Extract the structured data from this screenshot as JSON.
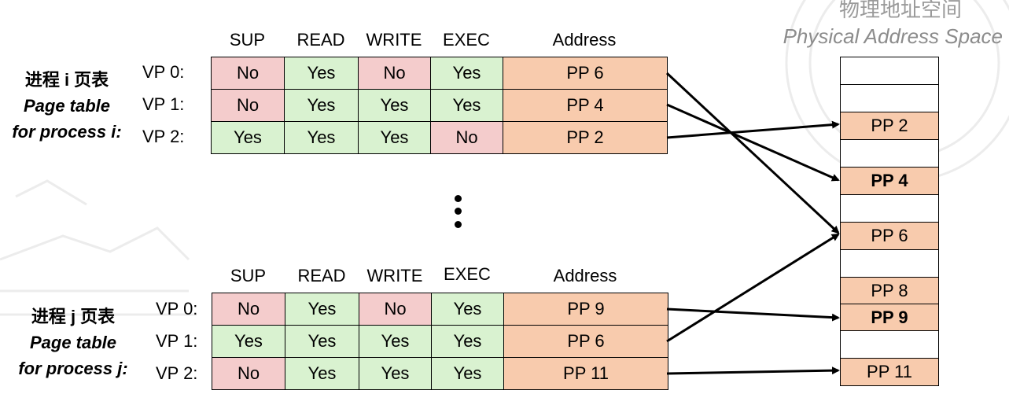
{
  "physical_space": {
    "title_cn": "物理地址空间",
    "title_en": "Physical Address Space",
    "cells": [
      {
        "label": "",
        "fill": "#ffffff",
        "bold": false
      },
      {
        "label": "",
        "fill": "#ffffff",
        "bold": false
      },
      {
        "label": "PP 2",
        "fill": "#f8cbad",
        "bold": false
      },
      {
        "label": "",
        "fill": "#ffffff",
        "bold": false
      },
      {
        "label": "PP 4",
        "fill": "#f8cbad",
        "bold": true
      },
      {
        "label": "",
        "fill": "#ffffff",
        "bold": false
      },
      {
        "label": "PP 6",
        "fill": "#f8cbad",
        "bold": false
      },
      {
        "label": "",
        "fill": "#ffffff",
        "bold": false
      },
      {
        "label": "PP 8",
        "fill": "#f8cbad",
        "bold": false
      },
      {
        "label": "PP 9",
        "fill": "#f8cbad",
        "bold": true
      },
      {
        "label": "",
        "fill": "#ffffff",
        "bold": false
      },
      {
        "label": "PP 11",
        "fill": "#f8cbad",
        "bold": false
      }
    ]
  },
  "colors": {
    "no": "#f4cccc",
    "yes": "#d9f2d0",
    "address": "#f8cbad"
  },
  "headers": [
    "SUP",
    "READ",
    "WRITE",
    "EXEC",
    "Address"
  ],
  "process_i": {
    "label_cn": "进程 i 页表",
    "label_en1": "Page table",
    "label_en2": "for process i:",
    "vps": [
      "VP 0:",
      "VP 1:",
      "VP 2:"
    ],
    "rows": [
      [
        "No",
        "Yes",
        "No",
        "Yes",
        "PP 6"
      ],
      [
        "No",
        "Yes",
        "Yes",
        "Yes",
        "PP 4"
      ],
      [
        "Yes",
        "Yes",
        "Yes",
        "No",
        "PP 2"
      ]
    ]
  },
  "process_j": {
    "label_cn": "进程 j 页表",
    "label_en1": "Page table",
    "label_en2": "for process j:",
    "vps": [
      "VP 0:",
      "VP 1:",
      "VP 2:"
    ],
    "rows": [
      [
        "No",
        "Yes",
        "No",
        "Yes",
        "PP 9"
      ],
      [
        "Yes",
        "Yes",
        "Yes",
        "Yes",
        "PP 6"
      ],
      [
        "No",
        "Yes",
        "Yes",
        "Yes",
        "PP 11"
      ]
    ]
  }
}
